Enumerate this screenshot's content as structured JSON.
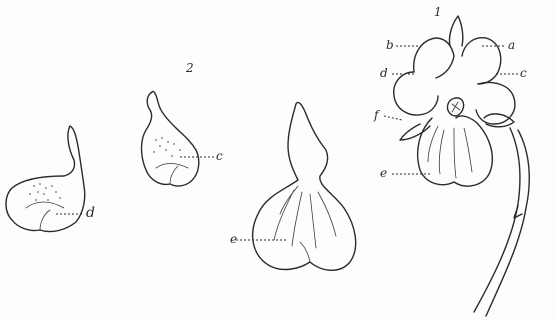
{
  "figure_numbers": {
    "fig1": "1",
    "fig2": "2"
  },
  "labels": {
    "a": "a",
    "b": "b",
    "c": "c",
    "d": "d",
    "e": "e",
    "f": "f"
  },
  "colors": {
    "ink": "#2b2b2b",
    "paper": "#fdfdfb"
  }
}
